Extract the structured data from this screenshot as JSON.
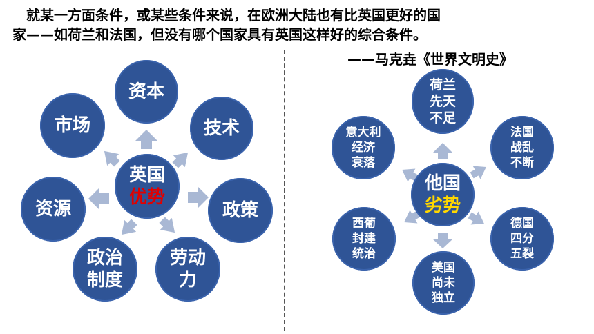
{
  "quote": {
    "line1": "就某一方面条件，或某些条件来说，在欧洲大陆也有比英国更好的国",
    "line2": "家——如荷兰和法国，但没有哪个国家具有英国这样好的综合条件。",
    "source": "——马克垚《世界文明史》"
  },
  "left": {
    "center": {
      "line1": "英国",
      "line2": "优势",
      "highlight_color": "#e00000"
    },
    "nodes": [
      {
        "id": "capital",
        "lines": [
          "资本"
        ]
      },
      {
        "id": "technology",
        "lines": [
          "技术"
        ]
      },
      {
        "id": "policy",
        "lines": [
          "政策"
        ]
      },
      {
        "id": "labor",
        "lines": [
          "劳动",
          "力"
        ]
      },
      {
        "id": "politics",
        "lines": [
          "政治",
          "制度"
        ]
      },
      {
        "id": "resources",
        "lines": [
          "资源"
        ]
      },
      {
        "id": "market",
        "lines": [
          "市场"
        ]
      }
    ]
  },
  "right": {
    "center": {
      "line1": "他国",
      "line2": "劣势",
      "highlight_color": "#ffd700"
    },
    "nodes": [
      {
        "id": "netherlands",
        "lines": [
          "荷兰",
          "先天",
          "不足"
        ]
      },
      {
        "id": "france",
        "lines": [
          "法国",
          "战乱",
          "不断"
        ]
      },
      {
        "id": "germany",
        "lines": [
          "德国",
          "四分",
          "五裂"
        ]
      },
      {
        "id": "usa",
        "lines": [
          "美国",
          "尚未",
          "独立"
        ]
      },
      {
        "id": "spain-portugal",
        "lines": [
          "西葡",
          "封建",
          "统治"
        ]
      },
      {
        "id": "italy",
        "lines": [
          "意大利",
          "经济",
          "衰落"
        ]
      }
    ]
  },
  "colors": {
    "node_fill": "#2f5496",
    "arrow": "#a9b8d4"
  }
}
